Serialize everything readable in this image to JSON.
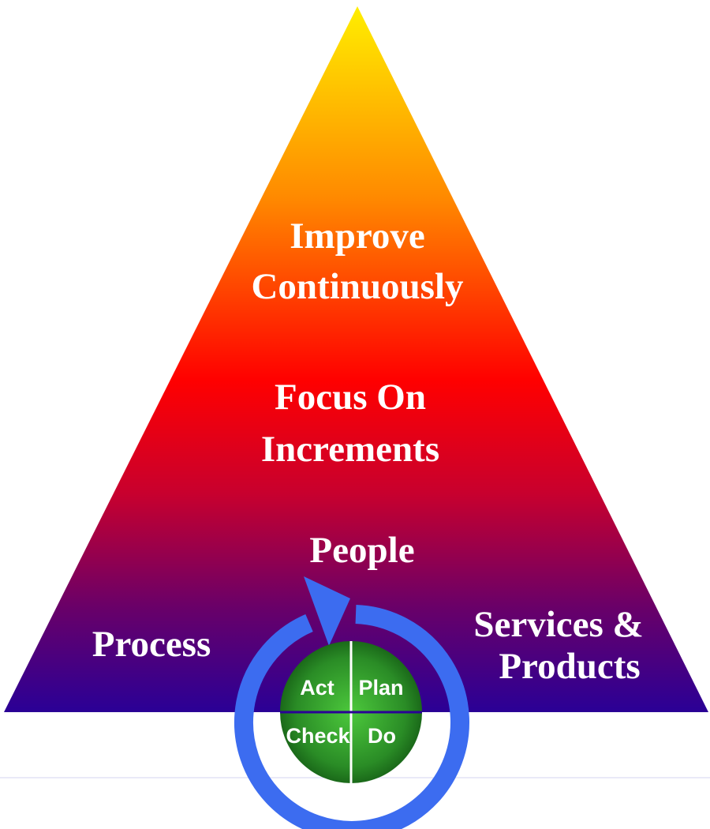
{
  "pyramid": {
    "top_line1": "Improve",
    "top_line2": "Continuously",
    "mid_line1": "Focus On",
    "mid_line2": "Increments",
    "people": "People",
    "process": "Process",
    "services_line1": "Services &",
    "services_line2": "Products"
  },
  "pdca": {
    "act": "Act",
    "plan": "Plan",
    "check": "Check",
    "do": "Do"
  },
  "colors": {
    "top": "#ffee00",
    "orange": "#ff8a00",
    "red": "#ff0000",
    "crimson": "#c8002e",
    "purple": "#6a0068",
    "base": "#2a0096",
    "ring": "#3c6cf0",
    "sphere": "#2e9a2a"
  }
}
